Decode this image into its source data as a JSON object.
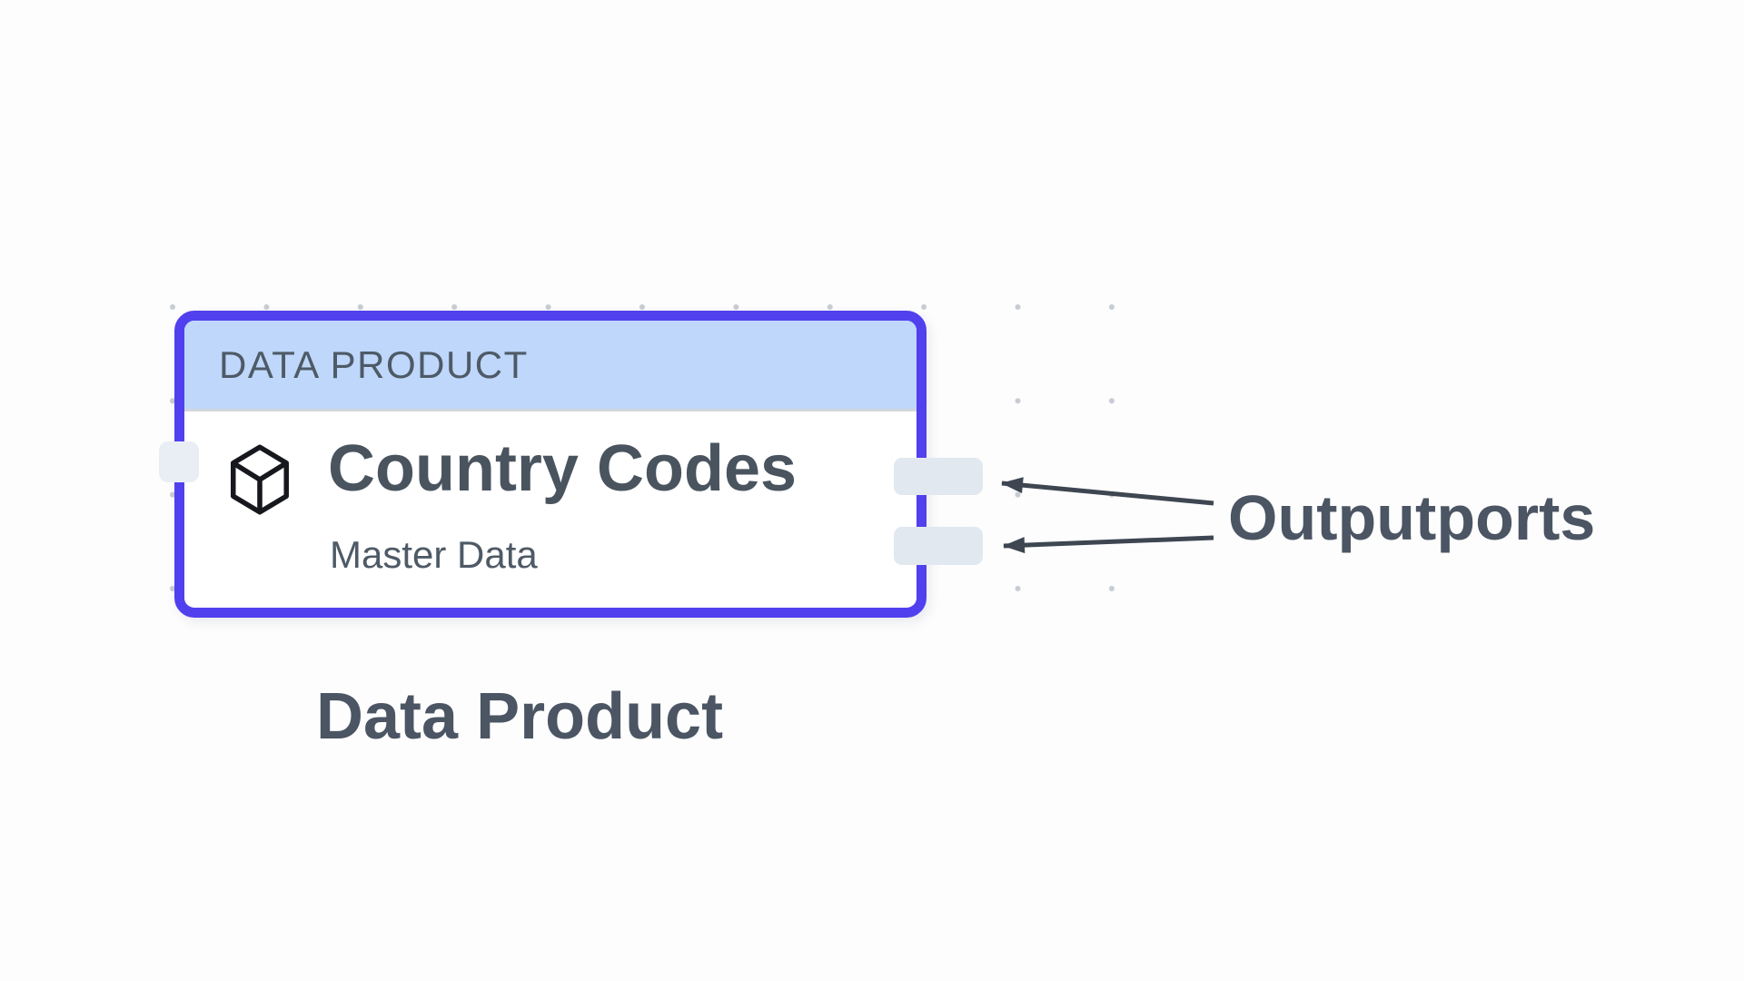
{
  "canvas": {
    "background": "#fdfdfd",
    "grid_dot_color": "#c7ccd3"
  },
  "node": {
    "type_label": "DATA PRODUCT",
    "title": "Country Codes",
    "subtitle": "Master Data",
    "icon": "cube-icon",
    "colors": {
      "border": "#5140ee",
      "header_bg": "#bed7fb",
      "header_text": "#4e5a66",
      "title_text": "#49545f",
      "output_port_fill": "#e2e8f0",
      "input_port_fill": "#e9eef4"
    },
    "ports": {
      "inputs": 1,
      "outputs": 2
    }
  },
  "annotations": {
    "outputports_label": "Outputports",
    "node_caption": "Data Product",
    "arrow_color": "#3d4651",
    "label_color": "#4b5563"
  }
}
